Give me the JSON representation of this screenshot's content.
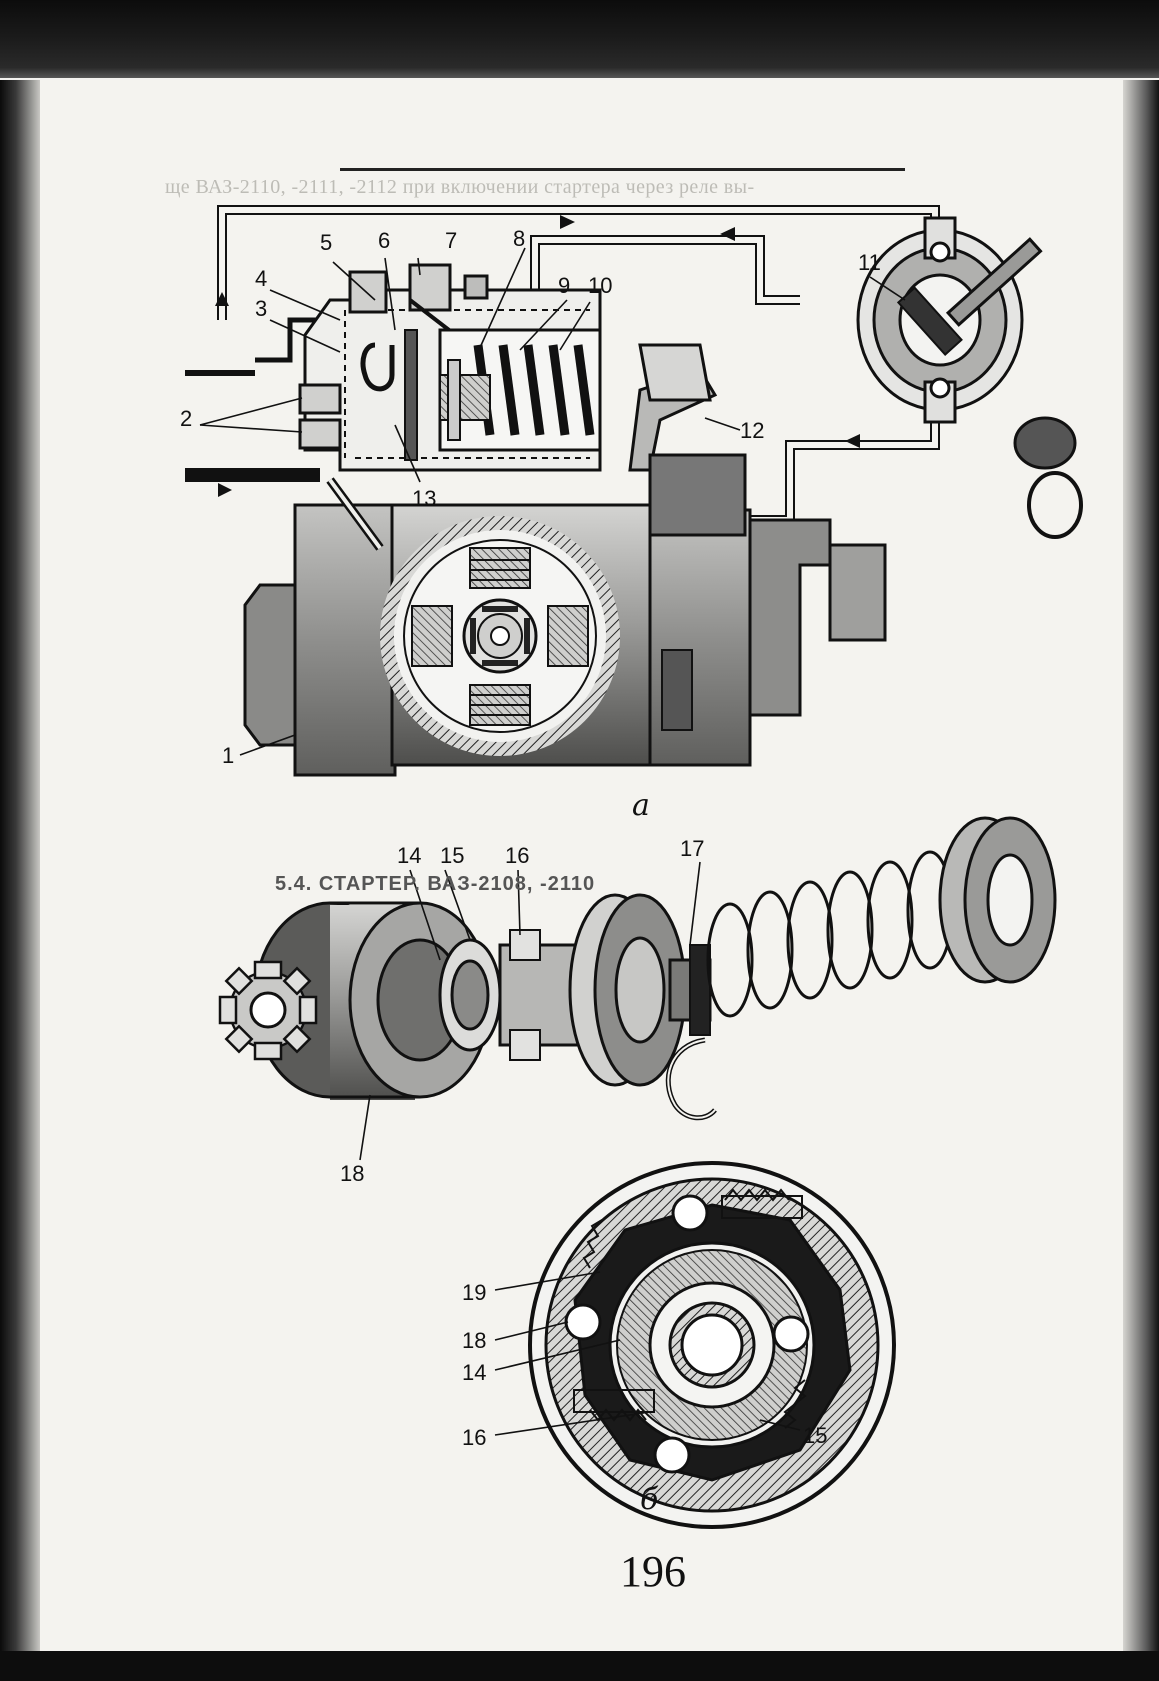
{
  "header": {
    "top_text": "ще ВАЗ-2110, -2111, -2112 при включении стартера через реле вы-"
  },
  "figure_a": {
    "caption": "а",
    "labels": [
      "1",
      "2",
      "3",
      "4",
      "5",
      "6",
      "7",
      "8",
      "9",
      "10",
      "11",
      "12",
      "13"
    ]
  },
  "section": {
    "heading": "5.4. СТАРТЕР. ВАЗ-2108, -2110"
  },
  "figure_b_upper": {
    "labels": [
      "14",
      "15",
      "16",
      "17",
      "18"
    ]
  },
  "figure_b_lower": {
    "caption": "б",
    "labels": [
      "19",
      "18",
      "14",
      "16",
      "15"
    ]
  },
  "page": {
    "number": "196"
  },
  "colors": {
    "ink": "#111111",
    "hatch": "#555555",
    "body_fill": "#9a9a9a",
    "dark_fill": "#1a1a1a"
  }
}
